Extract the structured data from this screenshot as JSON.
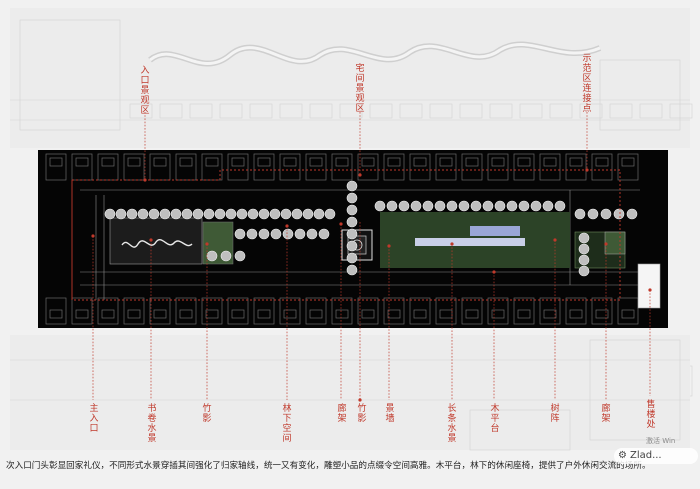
{
  "colors": {
    "annotation_red": "#c0392b",
    "plan_black": "#050505",
    "lawn_green": "#3f5a36",
    "paper": "#f1f1f1"
  },
  "top_labels": [
    {
      "id": "entry-view",
      "text": "入口景观区"
    },
    {
      "id": "house-view",
      "text": "宅间景观区"
    },
    {
      "id": "demo-node",
      "text": "示范区连接点"
    }
  ],
  "bottom_labels": [
    {
      "id": "main-entrance",
      "text": "主入口"
    },
    {
      "id": "scroll-water",
      "text": "书卷水景"
    },
    {
      "id": "bamboo-shadow-1",
      "text": "竹影"
    },
    {
      "id": "forest-space",
      "text": "林下空间"
    },
    {
      "id": "pergola-1",
      "text": "廊架"
    },
    {
      "id": "bamboo-shadow-2",
      "text": "竹影"
    },
    {
      "id": "feature-wall",
      "text": "景墙"
    },
    {
      "id": "long-water",
      "text": "长条水景"
    },
    {
      "id": "wood-deck",
      "text": "木平台"
    },
    {
      "id": "tree-array",
      "text": "树阵"
    },
    {
      "id": "pergola-2",
      "text": "廊架"
    },
    {
      "id": "sales-office",
      "text": "售楼处"
    }
  ],
  "caption": "次入口门头彰显回家礼仪，不同形式水景穿插其间强化了归家轴线，统一又有变化，雕塑小品的点缀令空间高雅。木平台，林下的休闲座椅，提供了户外休闲交流的场所。",
  "activate_text": "激活 Win",
  "watermark": {
    "icon": "gear-icon",
    "text": "Zlad..."
  }
}
